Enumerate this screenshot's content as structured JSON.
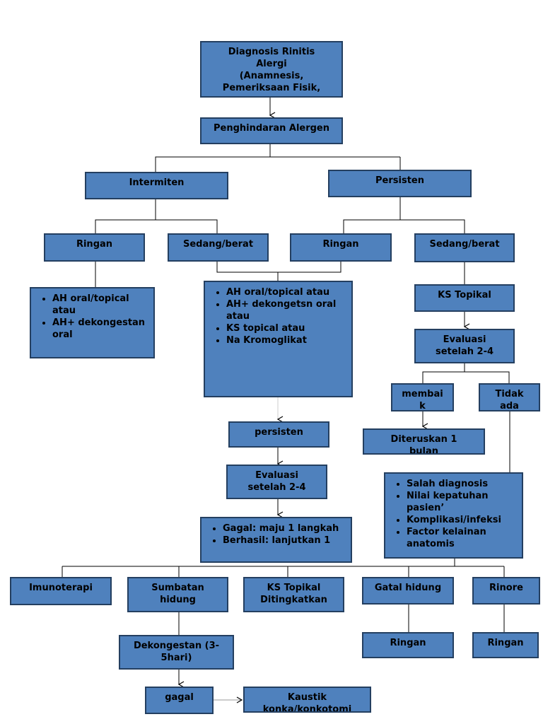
{
  "colors": {
    "box_fill": "#4f81bd",
    "box_border": "#243f60",
    "line": "#000000"
  },
  "nodes": {
    "diagnosis": [
      "Diagnosis Rinitis",
      "Alergi",
      "(Anamnesis,",
      "Pemeriksaan Fisik,"
    ],
    "avoidance": "Penghindaran Alergen",
    "intermitten": "Intermiten",
    "persisten": "Persisten",
    "int_ringan": "Ringan",
    "int_sedang": "Sedang/berat",
    "per_ringan": "Ringan",
    "per_sedang": "Sedang/berat",
    "int_ringan_tx": [
      "AH oral/topical atau",
      "AH+ dekongestan oral"
    ],
    "mid_tx": [
      "AH oral/topical atau",
      "AH+ dekongetsn oral atau",
      "KS topical atau",
      "Na Kromoglikat"
    ],
    "ks_topikal": "KS Topikal",
    "evaluasi_right": [
      "Evaluasi",
      "setelah 2-4"
    ],
    "membaik": [
      "membai",
      "k"
    ],
    "tidak_ada": [
      "Tidak",
      "ada"
    ],
    "diteruskan": [
      "Diteruskan 1",
      "bulan"
    ],
    "persisten_mid": "persisten",
    "evaluasi_mid": [
      "Evaluasi",
      "setelah 2-4"
    ],
    "result": [
      "Gagal: maju 1 langkah",
      "Berhasil: lanjutkan 1"
    ],
    "causes": [
      "Salah diagnosis",
      "Nilai kepatuhan pasien’",
      "Komplikasi/infeksi",
      "Factor kelainan anatomis"
    ],
    "imunoterapi": "Imunoterapi",
    "sumbatan": [
      "Sumbatan",
      "hidung"
    ],
    "ks_ditingkatkan": [
      "KS Topikal",
      "Ditingkatkan"
    ],
    "gatal": "Gatal hidung",
    "rinore": "Rinore",
    "dekongestan": [
      "Dekongestan (3-",
      "5hari)"
    ],
    "gatal_ringan": "Ringan",
    "rinore_ringan": "Ringan",
    "gagal": "gagal",
    "kaustik": [
      "Kaustik",
      "konka/konkotomi"
    ]
  }
}
